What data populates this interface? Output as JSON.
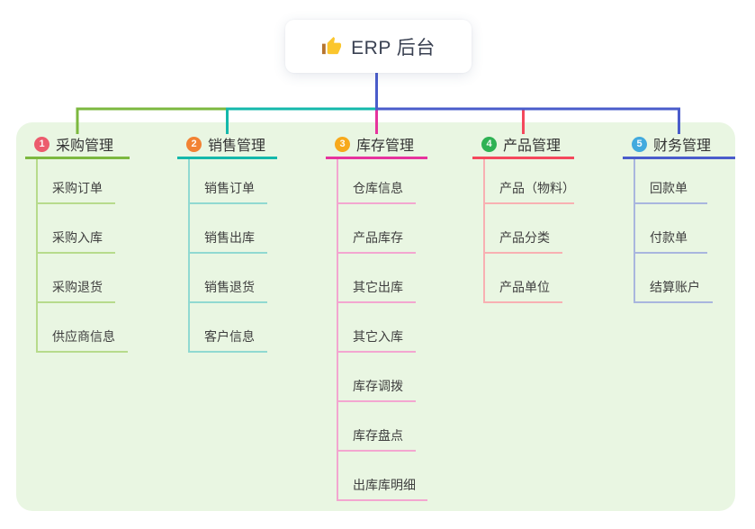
{
  "root": {
    "title": "ERP 后台",
    "icon": "thumbs-up-icon"
  },
  "branches": [
    {
      "badge": "1",
      "title": "采购管理",
      "badge_color": "#ec5b6d",
      "line_color": "#7cb83f",
      "child_line_color": "#b7db8c",
      "children": [
        "采购订单",
        "采购入库",
        "采购退货",
        "供应商信息"
      ]
    },
    {
      "badge": "2",
      "title": "销售管理",
      "badge_color": "#f28233",
      "line_color": "#14b8ab",
      "child_line_color": "#90d9d1",
      "children": [
        "销售订单",
        "销售出库",
        "销售退货",
        "客户信息"
      ]
    },
    {
      "badge": "3",
      "title": "库存管理",
      "badge_color": "#f7a91c",
      "line_color": "#e6339d",
      "child_line_color": "#f3a6d0",
      "children": [
        "仓库信息",
        "产品库存",
        "其它出库",
        "其它入库",
        "库存调拨",
        "库存盘点",
        "出库库明细"
      ]
    },
    {
      "badge": "4",
      "title": "产品管理",
      "badge_color": "#2fb254",
      "line_color": "#f4485c",
      "child_line_color": "#f8b0b2",
      "children": [
        "产品（物料）",
        "产品分类",
        "产品单位"
      ]
    },
    {
      "badge": "5",
      "title": "财务管理",
      "badge_color": "#42aade",
      "line_color": "#4a5ccb",
      "child_line_color": "#a9b6de",
      "children": [
        "回款单",
        "付款单",
        "结算账户"
      ]
    }
  ],
  "colors": {
    "panel_bg": "#e9f6e2",
    "root_line": "#4a5ccb",
    "title_text": "#333333",
    "child_text": "#3f3f3f"
  }
}
